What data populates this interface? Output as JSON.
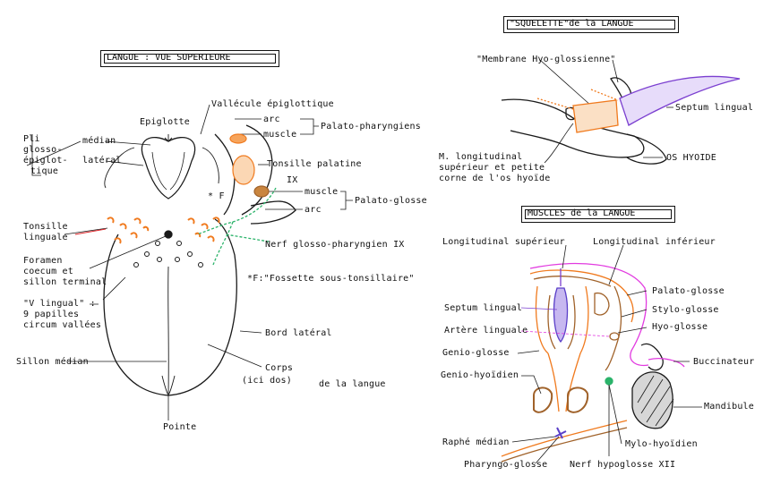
{
  "titles": {
    "left": "LANGUE : VUE SUPERIEURE",
    "skeleton": "\"SQUELETTE\"de la LANGUE",
    "muscles": "MUSCLES de la LANGUE"
  },
  "left_labels": {
    "vallecule": "Vallécule épiglottique",
    "arc1": "arc",
    "muscle1": "muscle",
    "palato_pharyngiens": "Palato-pharyngiens",
    "epiglotte": "Epiglotte",
    "pli_1": "Pli",
    "pli_2": "glosso-",
    "pli_3": "épiglot-",
    "pli_4": "tique",
    "median": "médian",
    "lateral": "latéral",
    "tonsille_palatine": "Tonsille palatine",
    "ix": "IX",
    "f_mark": "* F",
    "muscle2": "muscle",
    "arc2": "arc",
    "palato_glosse": "Palato-glosse",
    "tonsille_ling_1": "Tonsille",
    "tonsille_ling_2": "linguale",
    "nerf_gp": "Nerf glosso-pharyngien IX",
    "foramen_1": "Foramen",
    "foramen_2": "coecum et",
    "foramen_3": "sillon terminal",
    "fossette": "*F:\"Fossette sous-tonsillaire\"",
    "v_lingual_1": "\"V lingual\" :",
    "v_lingual_2": "9 papilles",
    "v_lingual_3": "circum vallées",
    "bord_lateral": "Bord latéral",
    "sillon_median": "Sillon médian",
    "corps_1": "Corps",
    "corps_2": "(ici dos)",
    "de_la_langue": "de la langue",
    "pointe": "Pointe"
  },
  "skeleton_labels": {
    "membrane": "\"Membrane Hyo-glossienne\"",
    "septum": "Septum lingual",
    "m_long_1": "M. longitudinal",
    "m_long_2": "supérieur et petite",
    "m_long_3": "corne de l'os hyoïde",
    "os_hyoide": "OS HYOIDE"
  },
  "muscle_labels": {
    "long_sup": "Longitudinal supérieur",
    "long_inf": "Longitudinal inférieur",
    "palato_glosse": "Palato-glosse",
    "septum": "Septum lingual",
    "stylo": "Stylo-glosse",
    "artere": "Artère linguale",
    "hyo": "Hyo-glosse",
    "genio_glosse": "Genio-glosse",
    "buccinateur": "Buccinateur",
    "genio_hyoidien": "Genio-hyoïdien",
    "mandibule": "Mandibule",
    "raphe": "Raphé médian",
    "mylo": "Mylo-hyoïdien",
    "pharyngo": "Pharyngo-glosse",
    "nerf_hypo": "Nerf hypoglosse XII"
  },
  "colors": {
    "ink": "#1a1a1a",
    "orange": "#f07a1e",
    "brown": "#a0622a",
    "red": "#e0262a",
    "green": "#2bb36a",
    "purple": "#7b3fd0",
    "magenta": "#e23be0",
    "blue_purple": "#5a3fc8"
  }
}
